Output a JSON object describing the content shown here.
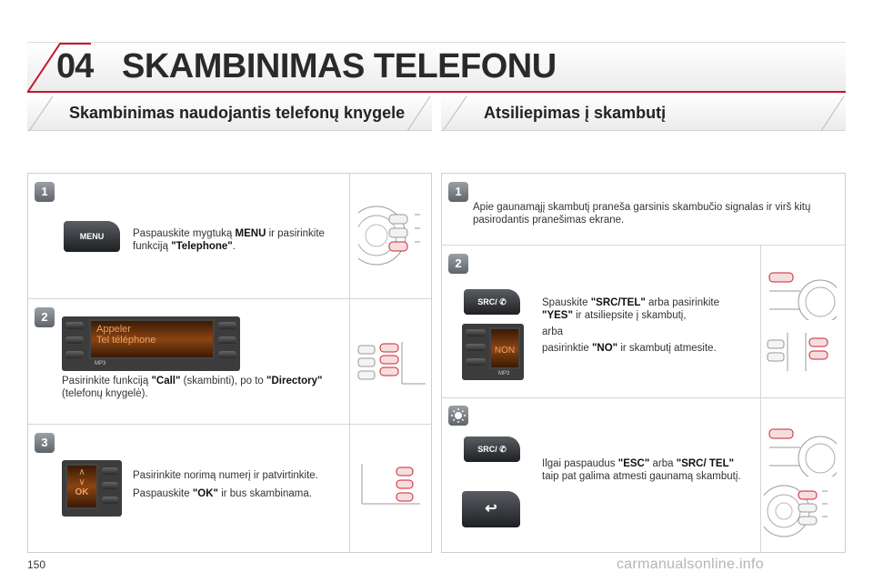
{
  "header": {
    "chapter_number": "04",
    "title": "SKAMBINIMAS TELEFONU"
  },
  "left_section": {
    "title": "Skambinimas naudojantis telefonų knygele",
    "steps": [
      {
        "badge": "1",
        "text_before": "Paspauskite mygtuką ",
        "bold1": "MENU",
        "text_mid": " ir pasirinkite funkciją ",
        "bold2": "\"Telephone\"",
        "text_after": ".",
        "button_label": "MENU"
      },
      {
        "badge": "2",
        "text_before": "Pasirinkite funkciją ",
        "bold1": "\"Call\"",
        "text_mid": " (skambinti), po to ",
        "bold2": "\"Directory\"",
        "text_after": " (telefonų knygelė).",
        "screen_line1": "Appeler",
        "screen_line2": "Tel téléphone",
        "screen_footer": "MP3"
      },
      {
        "badge": "3",
        "line1": "Pasirinkite norimą numerį ir patvirtinkite.",
        "text_before": "Paspauskite ",
        "bold1": "\"OK\"",
        "text_after": " ir bus skambinama.",
        "screen_ok": "OK"
      }
    ]
  },
  "right_section": {
    "title": "Atsiliepimas į skambutį",
    "steps": [
      {
        "badge": "1",
        "text": "Apie gaunamąjį skambutį praneša garsinis skambučio signalas ir virš kitų pasirodantis pranešimas ekrane."
      },
      {
        "badge": "2",
        "text_before": "Spauskite ",
        "bold1": "\"SRC/TEL\"",
        "text_mid": " arba pasirinkite ",
        "bold2": "\"YES\"",
        "text_after": " ir atsiliepsite į skambutį,",
        "or_text": "arba",
        "text2_before": "pasirinktie ",
        "bold3": "\"NO\"",
        "text2_after": " ir skambutį atmesite.",
        "button_label": "SRC/",
        "screen_text": "NON",
        "screen_footer": "MP3"
      },
      {
        "badge": "tip",
        "text_before": "Ilgai paspaudus ",
        "bold1": "\"ESC\"",
        "text_mid": " arba ",
        "bold2": "\"SRC/ TEL\"",
        "text_after": " taip pat galima atmesti gaunamą skambutį.",
        "button_label": "SRC/"
      }
    ]
  },
  "footer": {
    "page_number": "150",
    "watermark": "carmanualsonline.info"
  },
  "colors": {
    "accent_red": "#c8142e",
    "text": "#333333",
    "border": "#cfcfcf"
  }
}
